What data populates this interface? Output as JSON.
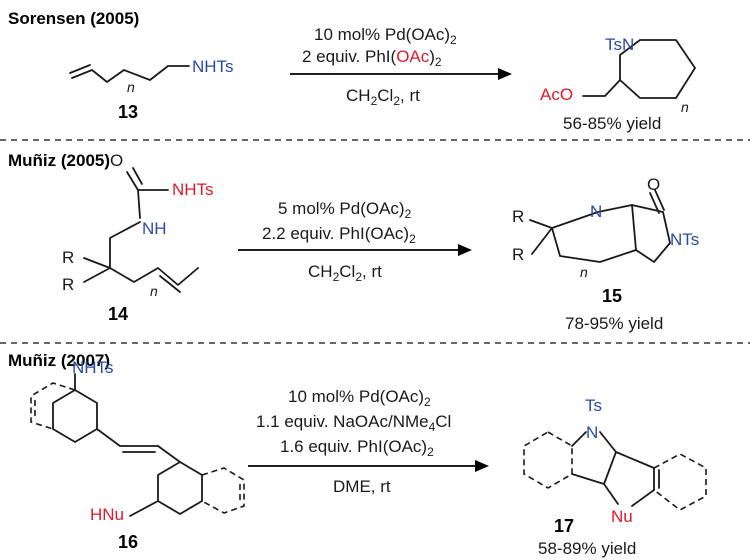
{
  "colors": {
    "blue": "#2b4aa8",
    "red": "#e0192e",
    "black": "#1a1a1a"
  },
  "row1": {
    "header": "Sorensen (2005)",
    "sub_nhts": "NHTs",
    "sub_n": "n",
    "sub_label": "13",
    "cond1_pre": "10 mol% Pd(OAc)",
    "cond1_sub": "2",
    "cond2_pre": "2 equiv. PhI(",
    "cond2_red": "OAc",
    "cond2_post": ")",
    "cond2_sub": "2",
    "cond3_pre": "CH",
    "cond3_sub1": "2",
    "cond3_mid": "Cl",
    "cond3_sub2": "2",
    "cond3_post": ", rt",
    "prod_ts": "TsN",
    "prod_aco": "AcO",
    "prod_n": "n",
    "yield": "56-85% yield"
  },
  "row2": {
    "header": "Muñiz (2005)",
    "o": "O",
    "nhts": "NHTs",
    "nh": "NH",
    "r1": "R",
    "r2": "R",
    "sub_n": "n",
    "sub_label": "14",
    "cond1_pre": "5 mol% Pd(OAc)",
    "cond1_sub": "2",
    "cond2_pre": "2.2 equiv. PhI(OAc)",
    "cond2_sub": "2",
    "cond3_pre": "CH",
    "cond3_sub1": "2",
    "cond3_mid": "Cl",
    "cond3_sub2": "2",
    "cond3_post": ", rt",
    "prod_o": "O",
    "prod_n": "N",
    "prod_nts": "NTs",
    "prod_r1": "R",
    "prod_r2": "R",
    "prod_sub_n": "n",
    "prod_label": "15",
    "yield": "78-95% yield"
  },
  "row3": {
    "header": "Muñiz (2007)",
    "nhts": "NHTs",
    "hnu": "HNu",
    "sub_label": "16",
    "cond1_pre": "10 mol% Pd(OAc)",
    "cond1_sub": "2",
    "cond2_pre": "1.1 equiv. NaOAc/NMe",
    "cond2_sub": "4",
    "cond2_post": "Cl",
    "cond3_pre": "1.6 equiv. PhI(OAc)",
    "cond3_sub": "2",
    "cond4": "DME, rt",
    "prod_ts": "Ts",
    "prod_n": "N",
    "prod_nu": "Nu",
    "prod_label": "17",
    "yield": "58-89% yield"
  }
}
